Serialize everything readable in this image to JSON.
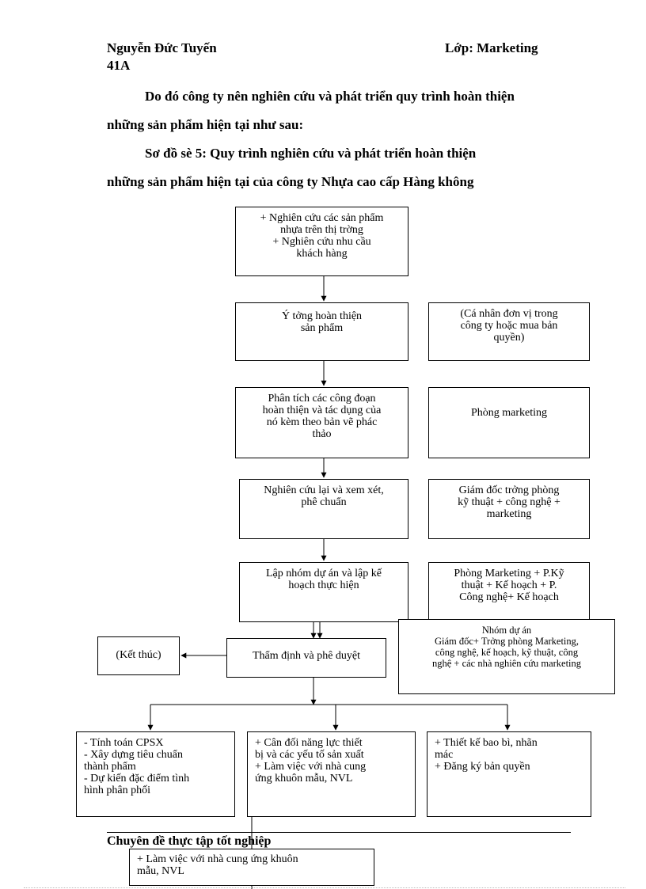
{
  "header": {
    "author": "Nguyễn Đức Tuyến",
    "class": "Lớp: Marketing",
    "cohort": "41A"
  },
  "intro": {
    "line1": "Do đó công ty nên nghiên cứu và phát triển quy trình hoàn thiện",
    "line2": "những sản phẩm hiện tại như sau:"
  },
  "caption": {
    "line1": "Sơ đồ sè 5: Quy trình nghiên cứu và phát triển hoàn thiện",
    "line2": "những sản phẩm hiện tại của công ty Nhựa cao cấp Hàng không"
  },
  "flow": {
    "box1": [
      "+ Nghiên cứu các sản phẩm",
      "nhựa trên thị trờng",
      "+ Nghiên cứu nhu cầu",
      "khách hàng"
    ],
    "box2": [
      "Ý tởng   hoàn thiện",
      "sản phẩm"
    ],
    "box2_side": [
      "(Cá nhân đơn vị trong",
      "công ty hoặc mua bản",
      "quyền)"
    ],
    "box3": [
      "Phân tích các công đoạn",
      "hoàn thiện và tác dụng của",
      "nó kèm theo bản vẽ phác",
      "thảo"
    ],
    "box3_side": [
      "Phòng marketing"
    ],
    "box4": [
      "Nghiên cứu lại và xem xét,",
      "phê chuẩn"
    ],
    "box4_side": [
      "Giám đốc trởng   phòng",
      "kỹ thuật + công nghệ +",
      "marketing"
    ],
    "box5": [
      "Lập nhóm dự án và lập kế",
      "hoạch thực hiện"
    ],
    "box5_side": [
      "Phòng Marketing + P.Kỹ",
      "thuật + Kế hoạch + P.",
      "Công nghệ+ Kế hoạch"
    ],
    "box5_group": [
      "Nhóm dự án",
      "Giám đốc+ Trởng   phòng Marketing,",
      "công nghệ, kế hoạch, kỹ thuật, công",
      "nghệ + các nhà nghiên cứu marketing"
    ],
    "end_box": "(Kết thúc)",
    "approve_box": "Thẩm định và phê duyệt",
    "branch1": [
      "- Tính toán CPSX",
      "- Xây dựng tiêu chuẩn",
      "thành phẩm",
      "- Dự kiến đặc điểm tình",
      "hình phân phối"
    ],
    "branch2": [
      "+ Cân đối năng lực thiết",
      "bị và các yếu tố sản xuất",
      "+ Làm việc với nhà cung",
      "ứng khuôn mẫu, NVL"
    ],
    "branch3": [
      "+ Thiết kế bao bì, nhãn",
      "mác",
      "+ Đăng ký bản quyền"
    ],
    "overflow_box": [
      "+ Làm việc với nhà cung ứng khuôn",
      "mẫu, NVL"
    ]
  },
  "footer": {
    "text": "Chuyên đề thực tập tốt nghiệp"
  }
}
